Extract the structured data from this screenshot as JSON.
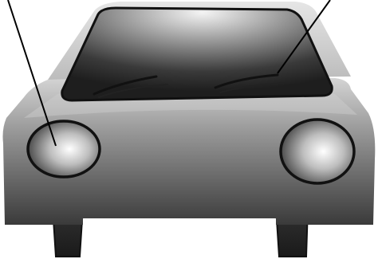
{
  "illustration": {
    "subject": "car-front-view",
    "colors": {
      "background": "#ffffff",
      "body_light": "#d4d4d4",
      "body_dark": "#3a3a3a",
      "outline": "#111111",
      "windshield_dark": "#2a2a2a",
      "windshield_light": "#f4f4f4",
      "headlight_light": "#ffffff",
      "headlight_dark": "#3c3c3c"
    },
    "parts": [
      "car-body",
      "hood",
      "windshield",
      "wiper-left",
      "wiper-right",
      "headlight-left",
      "headlight-right",
      "wheel-left",
      "wheel-right"
    ],
    "callout_lines": [
      "pointer-line-headlight",
      "pointer-line-windshield"
    ]
  }
}
